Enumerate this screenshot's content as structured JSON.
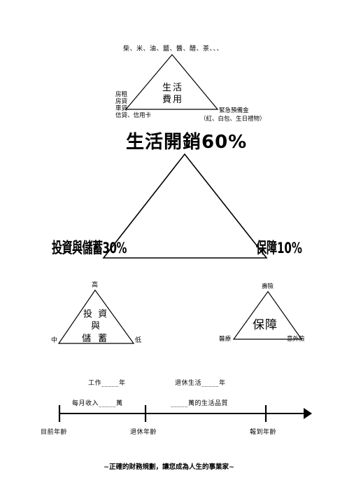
{
  "top_diagram": {
    "top_items": "柴、米、油、鹽、醬、醋、茶、、、",
    "center_line1": "生活",
    "center_line2": "費用",
    "left_items": [
      "房租",
      "房貸",
      "車貸",
      "信貸、信用卡"
    ],
    "right_line1": "緊急預備金",
    "right_line2": "（紅、白包、生日禮物）"
  },
  "main_diagram": {
    "top_label": "生活開銷60%",
    "left_label": "投資與儲蓄30%",
    "right_label": "保障10%"
  },
  "invest_diagram": {
    "top_label": "高",
    "center_line1": "投 資",
    "center_line2": "與",
    "center_line3": "儲 蓄",
    "left_label": "中",
    "right_label": "低"
  },
  "insurance_diagram": {
    "top_label": "壽險",
    "center": "保障",
    "left_label": "醫療",
    "right_label": "意外險"
  },
  "timeline": {
    "work_years": "工作_____年",
    "retire_years": "退休生活_____年",
    "monthly_income": "每月收入_____萬",
    "living_quality": "_____萬的生活品質",
    "current_age": "目前年齡",
    "retire_age": "退休年齡",
    "end_age": "報到年齡"
  },
  "footer": "~正確的財務規劃，讓您成為人生的事業家~"
}
